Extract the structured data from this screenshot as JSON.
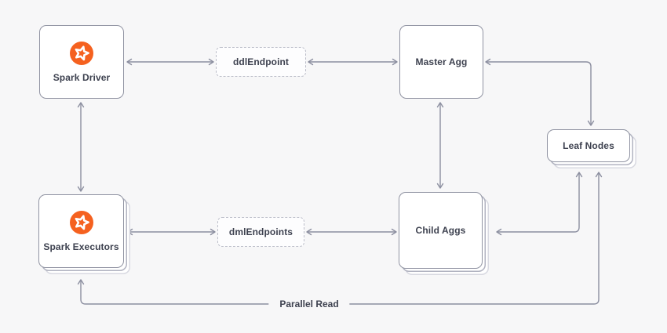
{
  "nodes": {
    "spark_driver": {
      "label": "Spark Driver",
      "icon": "singlestore-star-icon",
      "style": "solid"
    },
    "ddl_endpoint": {
      "label": "ddlEndpoint",
      "style": "dashed"
    },
    "master_agg": {
      "label": "Master Agg",
      "style": "solid"
    },
    "leaf_nodes": {
      "label": "Leaf Nodes",
      "style": "stacked"
    },
    "spark_executors": {
      "label": "Spark Executors",
      "icon": "singlestore-star-icon",
      "style": "stacked"
    },
    "dml_endpoints": {
      "label": "dmlEndpoints",
      "style": "dashed"
    },
    "child_aggs": {
      "label": "Child Aggs",
      "style": "stacked"
    }
  },
  "edges": [
    {
      "from": "spark-driver",
      "to": "ddl-endpoint",
      "arrows": "both",
      "shape": "straight"
    },
    {
      "from": "ddl-endpoint",
      "to": "master-agg",
      "arrows": "both",
      "shape": "straight"
    },
    {
      "from": "spark-driver",
      "to": "spark-executors",
      "arrows": "both",
      "shape": "straight"
    },
    {
      "from": "master-agg",
      "to": "child-aggs",
      "arrows": "both",
      "shape": "straight"
    },
    {
      "from": "master-agg",
      "to": "leaf-nodes",
      "arrows": "both",
      "shape": "elbow"
    },
    {
      "from": "spark-executors",
      "to": "dml-endpoints",
      "arrows": "both",
      "shape": "straight"
    },
    {
      "from": "dml-endpoints",
      "to": "child-aggs",
      "arrows": "both",
      "shape": "straight"
    },
    {
      "from": "child-aggs",
      "to": "leaf-nodes",
      "arrows": "both",
      "shape": "elbow"
    },
    {
      "from": "spark-executors",
      "to": "leaf-nodes",
      "arrows": "both",
      "shape": "elbow",
      "label": "Parallel Read"
    }
  ],
  "labels": {
    "parallel_read": "Parallel Read"
  },
  "colors": {
    "background": "#f7f7f8",
    "box_fill": "#ffffff",
    "box_border": "#9093a2",
    "dashed_border": "#bcbec9",
    "connector": "#8c8fa0",
    "text": "#3d414f",
    "logo_orange": "#f5611f"
  }
}
